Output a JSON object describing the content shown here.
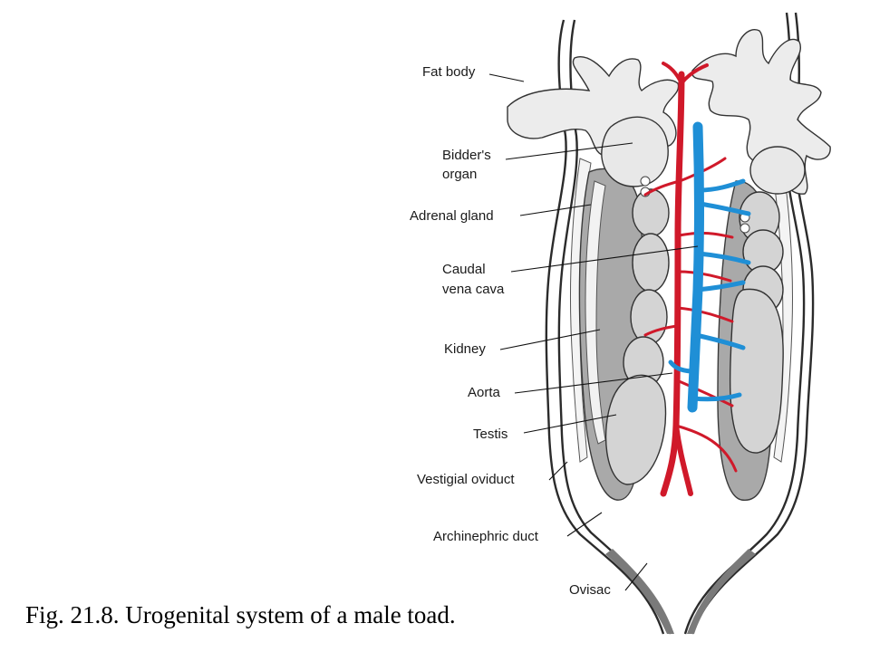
{
  "labels": {
    "fat_body": "Fat body",
    "bidders_organ_1": "Bidder's",
    "bidders_organ_2": "organ",
    "adrenal_gland": "Adrenal gland",
    "caudal_vena_cava_1": "Caudal",
    "caudal_vena_cava_2": "vena cava",
    "kidney": "Kidney",
    "aorta": "Aorta",
    "testis": "Testis",
    "vestigial_oviduct": "Vestigial oviduct",
    "archinephric_duct": "Archinephric duct",
    "ovisac": "Ovisac"
  },
  "caption": "Fig. 21.8. Urogenital system of a male toad.",
  "colors": {
    "aorta": "#d0192a",
    "vena_cava": "#1f8fd6",
    "kidney": "#a9a9a9",
    "testis": "#d4d4d4"
  }
}
